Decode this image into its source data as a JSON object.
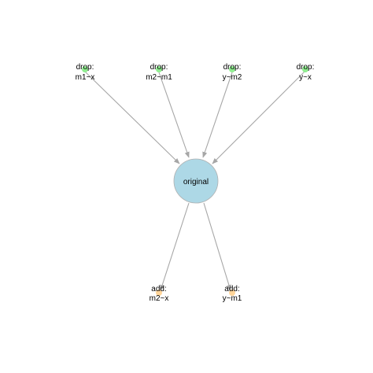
{
  "graph": {
    "center": {
      "label": "original",
      "color": "#add8e6"
    },
    "drop_color": "#90ee90",
    "add_color": "#ffd59a",
    "edge_color": "#a6a6a6",
    "drop_nodes": [
      {
        "line1": "drop:",
        "line2": "m1~x"
      },
      {
        "line1": "drop:",
        "line2": "m2~m1"
      },
      {
        "line1": "drop:",
        "line2": "y~m2"
      },
      {
        "line1": "drop:",
        "line2": "y~x"
      }
    ],
    "add_nodes": [
      {
        "line1": "add:",
        "line2": "m2~x"
      },
      {
        "line1": "add:",
        "line2": "y~m1"
      }
    ]
  }
}
